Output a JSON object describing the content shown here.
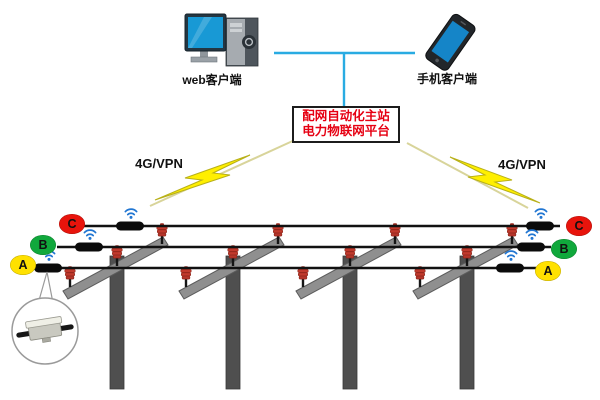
{
  "clients": {
    "web_label": "web客户端",
    "mobile_label": "手机客户端"
  },
  "platform_box": {
    "line1": "配网自动化主站",
    "line2": "电力物联网平台"
  },
  "links": {
    "left_label": "4G/VPN",
    "right_label": "4G/VPN"
  },
  "phases": [
    {
      "id": "C",
      "badge_color": "#e8140c"
    },
    {
      "id": "B",
      "badge_color": "#10a83c"
    },
    {
      "id": "A",
      "badge_color": "#ffe100"
    }
  ],
  "equipment": {
    "pole_count": 4,
    "phase_line_count": 3,
    "sensors_per_line": 2
  },
  "colors": {
    "connector_line": "#29abe2",
    "platform_text": "#e60012",
    "lightning": "#ffef00",
    "wifi": "#2176d2",
    "power_line": "#111111",
    "insulator": "#c13a2d",
    "pole": "#4f4f4f"
  }
}
